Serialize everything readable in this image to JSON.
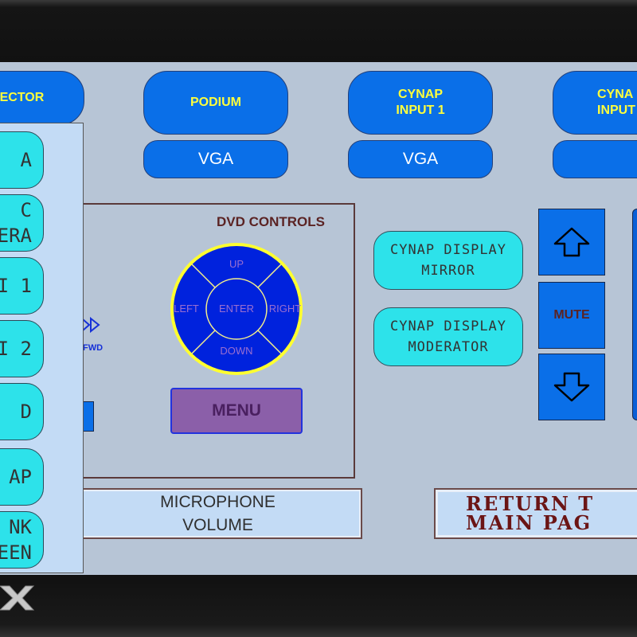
{
  "sources": {
    "projector": {
      "label": "JECTOR"
    },
    "podium": {
      "label": "PODIUM",
      "sub": "VGA"
    },
    "cynap1": {
      "line1": "CYNAP",
      "line2": "INPUT 1",
      "sub": "VGA"
    },
    "cynap2": {
      "line1": "CYNA",
      "line2": "INPUT"
    }
  },
  "dvd": {
    "title": "DVD CONTROLS",
    "up": "UP",
    "down": "DOWN",
    "left": "LEFT",
    "right": "RIGHT",
    "enter": "ENTER",
    "menu": "MENU",
    "fwd": "FWD"
  },
  "cynap_display": {
    "mirror": {
      "line1": "CYNAP DISPLAY",
      "line2": "MIRROR"
    },
    "moderator": {
      "line1": "CYNAP DISPLAY",
      "line2": "MODERATOR"
    }
  },
  "volume": {
    "mute": "MUTE"
  },
  "microphone": {
    "line1": "MICROPHONE",
    "line2": "VOLUME"
  },
  "return": {
    "line1": "RETURN T",
    "line2": "MAIN PAG"
  },
  "dropdown": {
    "items": [
      {
        "line1": "A",
        "line2": ""
      },
      {
        "line1": "C",
        "line2": "ERA"
      },
      {
        "line1": "I 1",
        "line2": ""
      },
      {
        "line1": "I 2",
        "line2": ""
      },
      {
        "line1": "D",
        "line2": ""
      },
      {
        "line1": "AP",
        "line2": ""
      },
      {
        "line1": "NK",
        "line2": "EEN"
      }
    ]
  },
  "colors": {
    "accent_blue": "#0a6fe8",
    "cyan": "#2de2ea",
    "label_yellow": "#ffff3c",
    "title_maroon": "#5b2323"
  },
  "icons": [
    "up-arrow-icon",
    "down-arrow-icon",
    "fwd-icon",
    "logo-icon"
  ]
}
